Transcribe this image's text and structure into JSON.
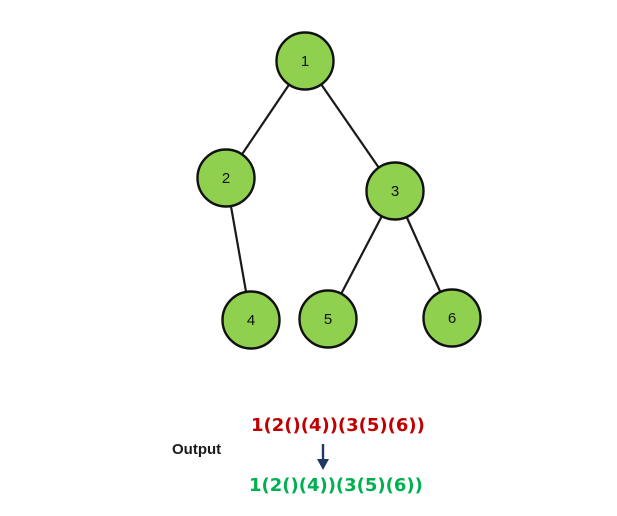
{
  "tree": {
    "nodes": [
      {
        "id": "n1",
        "label": "1"
      },
      {
        "id": "n2",
        "label": "2"
      },
      {
        "id": "n3",
        "label": "3"
      },
      {
        "id": "n4",
        "label": "4"
      },
      {
        "id": "n5",
        "label": "5"
      },
      {
        "id": "n6",
        "label": "6"
      }
    ],
    "edges": [
      {
        "from": "n1",
        "to": "n2"
      },
      {
        "from": "n1",
        "to": "n3"
      },
      {
        "from": "n2",
        "to": "n4"
      },
      {
        "from": "n3",
        "to": "n5"
      },
      {
        "from": "n3",
        "to": "n6"
      }
    ]
  },
  "colors": {
    "node_fill": "#8fd14f",
    "node_stroke": "#111111",
    "input_text": "#c00000",
    "output_text": "#00b050",
    "arrow": "#1f3864"
  },
  "output_label": "Output",
  "input_expression": "1(2()(4))(3(5)(6))",
  "output_expression": "1(2()(4))(3(5)(6))",
  "icons": {
    "arrow": "arrow-down-icon"
  }
}
